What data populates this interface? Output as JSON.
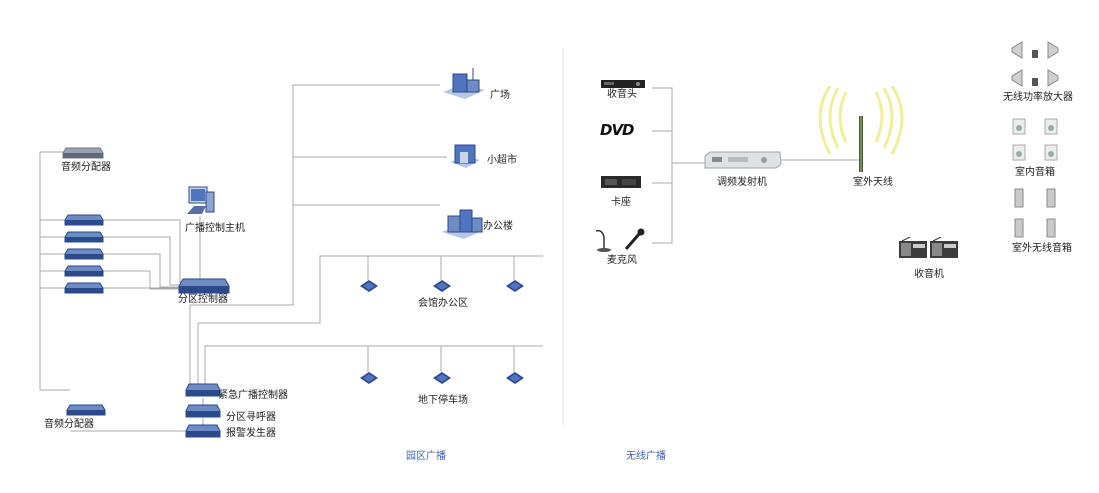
{
  "campus": {
    "caption": "园区广播",
    "audio_splitter_top": "音频分配器",
    "audio_splitter_bottom": "音频分配器",
    "broadcast_host": "广播控制主机",
    "zone_controller": "分区控制器",
    "emergency_controller": "紧急广播控制器",
    "zone_pager": "分区寻呼器",
    "alarm_generator": "报警发生器",
    "plaza": "广场",
    "supermarket": "小超市",
    "office_building": "办公楼",
    "hall_office_area": "会馆办公区",
    "underground_parking": "地下停车场"
  },
  "wireless": {
    "caption": "无线广播",
    "tuner": "收音头",
    "dvd_logo": "DVD",
    "cassette_deck": "卡座",
    "microphone": "麦克风",
    "fm_transmitter": "调频发射机",
    "outdoor_antenna": "室外天线",
    "radio": "收音机",
    "wireless_power_amplifier": "无线功率放大器",
    "indoor_speaker": "室内音箱",
    "outdoor_wireless_speaker": "室外无线音箱"
  },
  "colors": {
    "device_blue": "#2b4a8c",
    "device_light": "#7f9bd1",
    "wire": "#a8a8a8",
    "caption_blue": "#3a5fb0"
  }
}
